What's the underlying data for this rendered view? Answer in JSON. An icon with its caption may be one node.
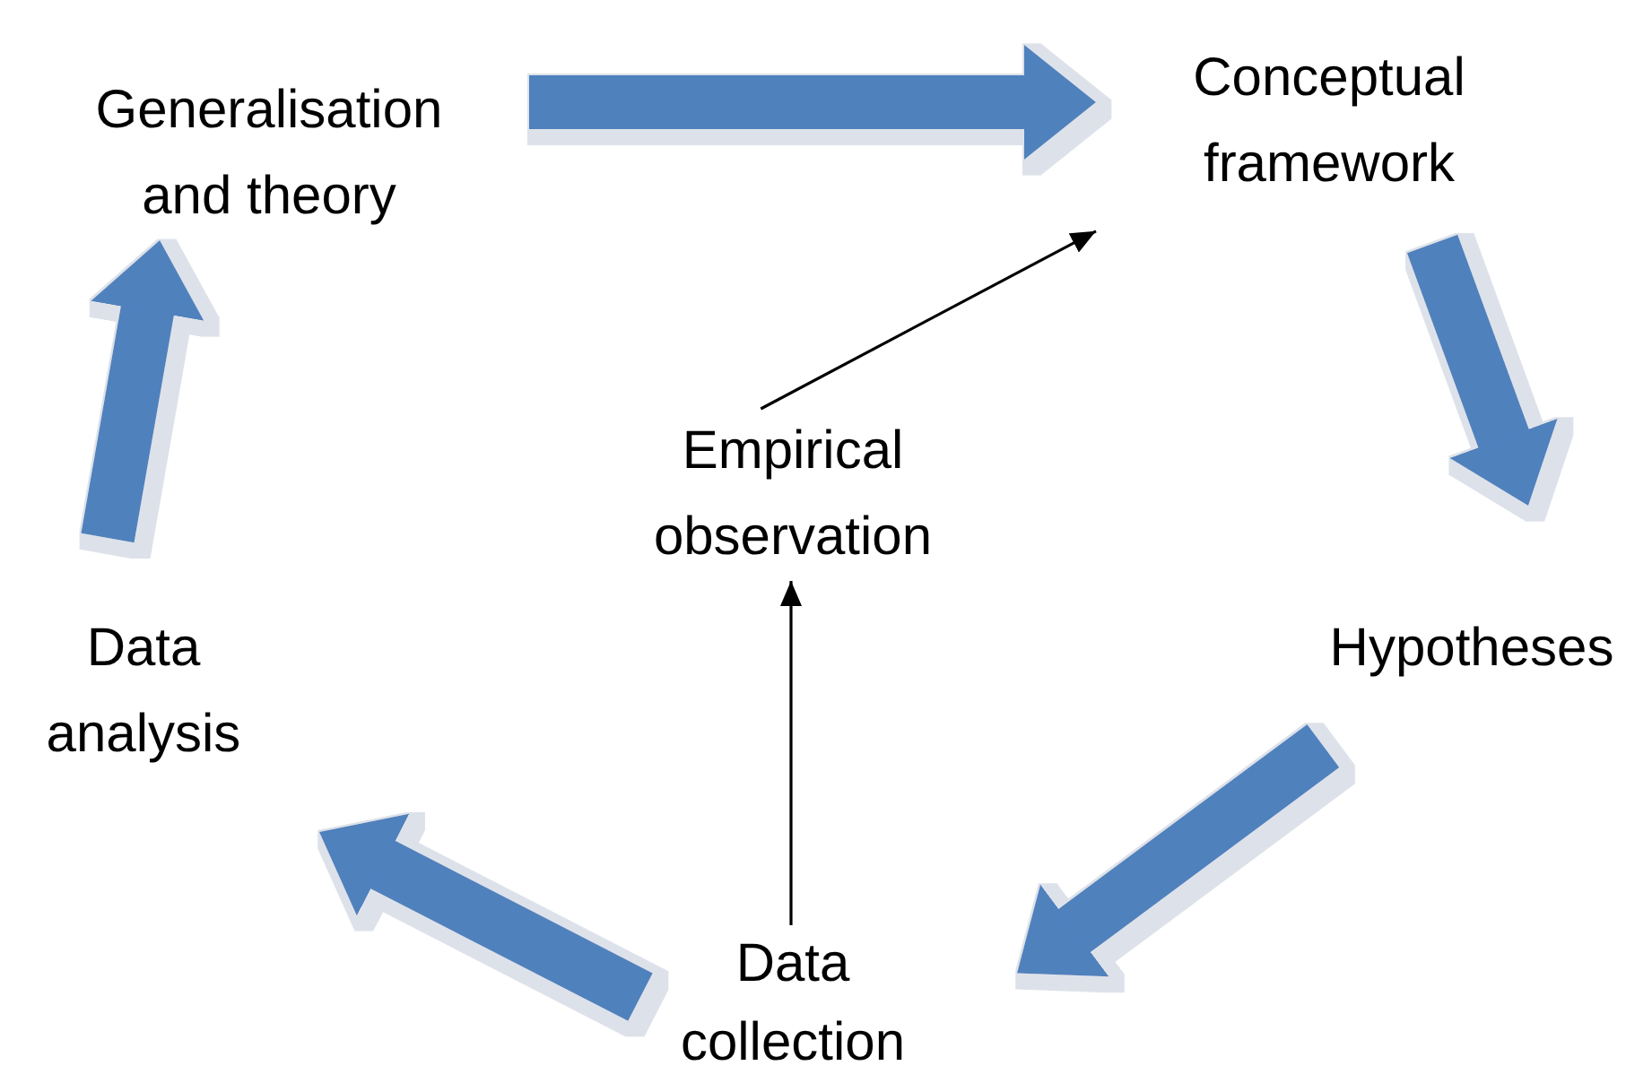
{
  "diagram": {
    "nodes": [
      {
        "text": [
          "Generalisation and theory"
        ]
      },
      {
        "text": [
          "Conceptual framework"
        ]
      },
      {
        "text": [
          "Hypotheses"
        ]
      },
      {
        "text": [
          "Data collection"
        ]
      },
      {
        "text": [
          "Data analysis"
        ]
      },
      {
        "text": [
          "Empirical observation"
        ]
      }
    ],
    "edges": [
      {
        "from": 0,
        "to": 1,
        "arrow": "to",
        "color": "#4f81bd"
      },
      {
        "from": 1,
        "to": 2,
        "arrow": "to",
        "color": "#4f81bd"
      },
      {
        "from": 2,
        "to": 3,
        "arrow": "to",
        "color": "#4f81bd"
      },
      {
        "from": 3,
        "to": 4,
        "arrow": "to",
        "color": "#4f81bd"
      },
      {
        "from": 4,
        "to": 0,
        "arrow": "to",
        "color": "#4f81bd"
      },
      {
        "from": 3,
        "to": 5,
        "arrow": "to",
        "color": "#000000"
      },
      {
        "from": 5,
        "to": 1,
        "arrow": "to",
        "color": "#000000"
      }
    ]
  }
}
